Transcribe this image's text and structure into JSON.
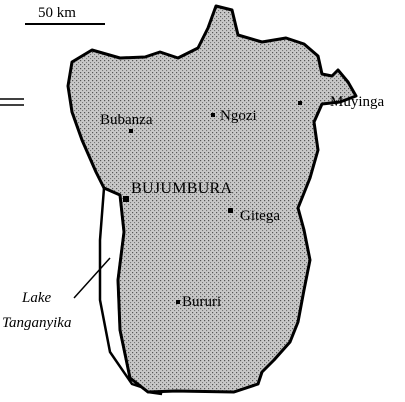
{
  "map": {
    "scale_label": "50 km",
    "capital": "BUJUMBURA",
    "cities": [
      "Bubanza",
      "Ngozi",
      "Muyinga",
      "Gitega",
      "Bururi"
    ],
    "water_body": [
      "Lake",
      "Tanganyika"
    ],
    "colors": {
      "land_fill": "#b9b9b9",
      "outline": "#000000",
      "water": "#ffffff"
    }
  }
}
